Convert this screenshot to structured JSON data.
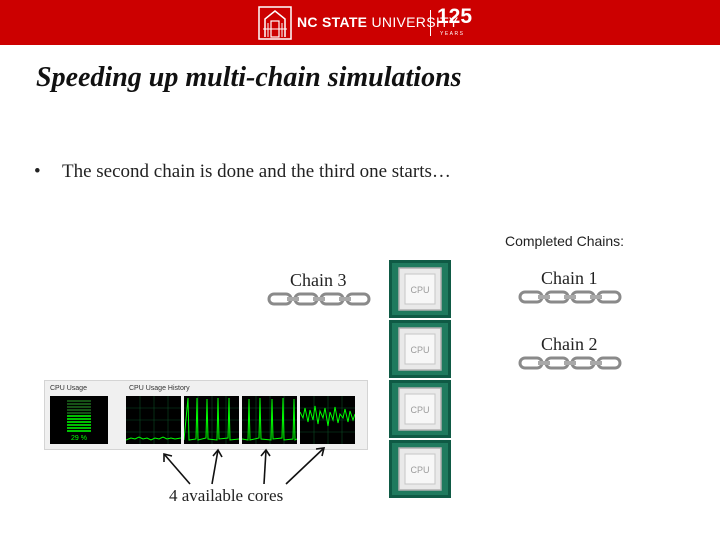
{
  "header": {
    "brand_bold": "NC STATE",
    "brand_rest": " UNIVERSITY",
    "anniversary": "125",
    "anniversary_sub": "YEARS",
    "background_color": "#cc0000"
  },
  "slide": {
    "title": "Speeding up multi-chain simulations",
    "bullet": "The second chain is done and the third one starts…",
    "completed_label": "Completed Chains:",
    "running_chain": "Chain 3",
    "completed_chains": [
      "Chain 1",
      "Chain 2"
    ],
    "cores_caption": "4 available cores",
    "cpu_chip_count": 4
  },
  "task_manager": {
    "cpu_usage_label": "CPU Usage",
    "cpu_history_label": "CPU Usage History",
    "cpu_usage_value": "29 %",
    "accent_color": "#00ff00"
  }
}
